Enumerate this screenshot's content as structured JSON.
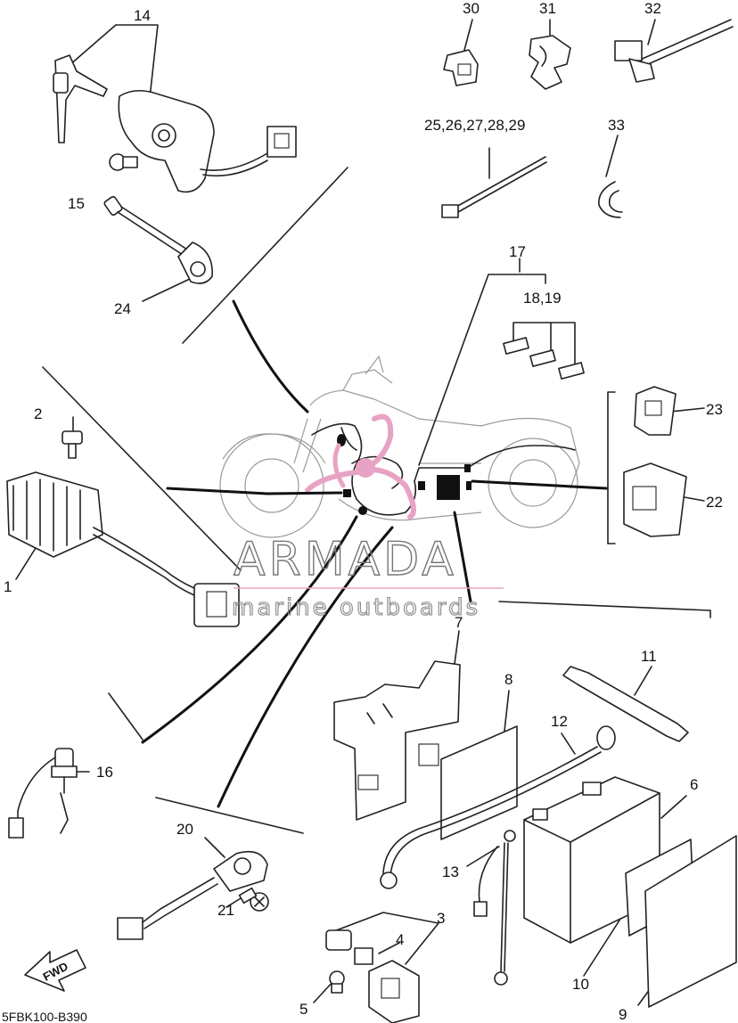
{
  "diagram": {
    "callouts": {
      "p1": "1",
      "p2": "2",
      "p3": "3",
      "p4": "4",
      "p5": "5",
      "p6": "6",
      "p7": "7",
      "p8": "8",
      "p9": "9",
      "p10": "10",
      "p11": "11",
      "p12": "12",
      "p13": "13",
      "p14": "14",
      "p15": "15",
      "p16": "16",
      "p17": "17",
      "p1819": "18,19",
      "p20": "20",
      "p21": "21",
      "p22": "22",
      "p23": "23",
      "p24": "24",
      "p25_29": "25,26,27,28,29",
      "p30": "30",
      "p31": "31",
      "p32": "32",
      "p33": "33"
    },
    "diagram_code": "5FBK100-B390",
    "forward_marker": "FWD"
  },
  "watermark": {
    "brand": "ARMADA",
    "tagline": "marine outboards",
    "accent_color": "#e8a3c4"
  }
}
